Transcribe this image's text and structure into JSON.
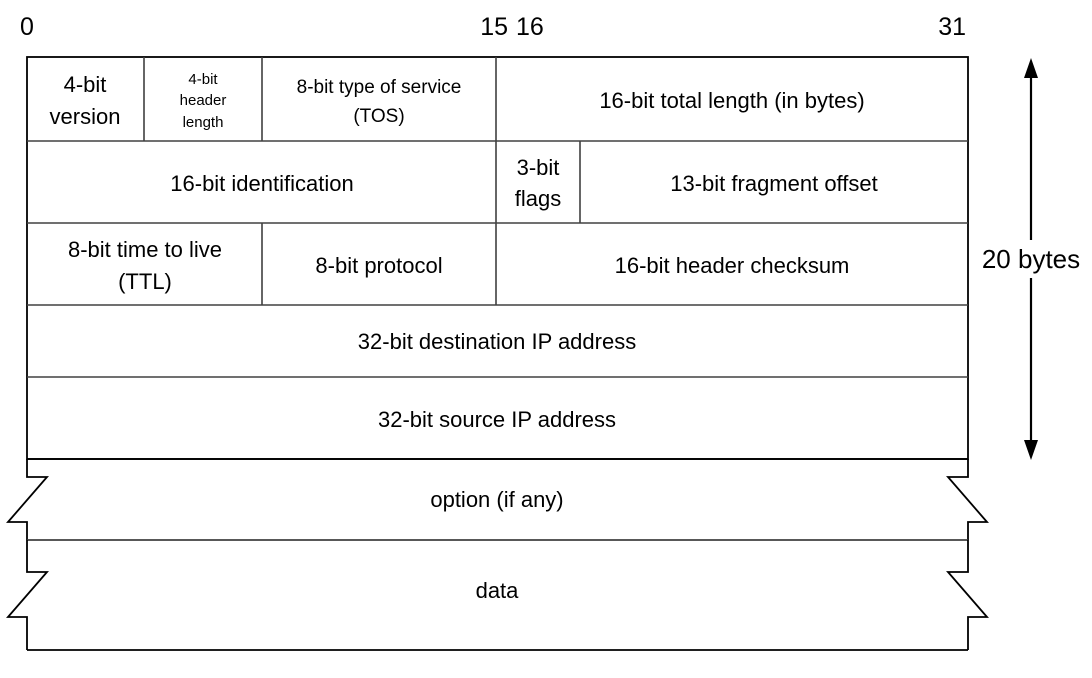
{
  "diagram": {
    "title": "IPv4 header format",
    "bit_scale": {
      "labels": [
        "0",
        "15",
        "16",
        "31"
      ]
    },
    "annotation": {
      "header_size_label": "20 bytes"
    },
    "rows": [
      {
        "name": "row-1",
        "cells": [
          {
            "name": "version",
            "lines": [
              "4-bit",
              "version"
            ],
            "size": "normal"
          },
          {
            "name": "header-length",
            "lines": [
              "4-bit",
              "header",
              "length"
            ],
            "size": "small"
          },
          {
            "name": "type-of-service",
            "lines": [
              "8-bit type of service",
              "(TOS)"
            ],
            "size": "med"
          },
          {
            "name": "total-length",
            "lines": [
              "16-bit total length (in bytes)"
            ],
            "size": "normal"
          }
        ]
      },
      {
        "name": "row-2",
        "cells": [
          {
            "name": "identification",
            "lines": [
              "16-bit identification"
            ],
            "size": "normal"
          },
          {
            "name": "flags",
            "lines": [
              "3-bit",
              "flags"
            ],
            "size": "normal"
          },
          {
            "name": "fragment-offset",
            "lines": [
              "13-bit fragment offset"
            ],
            "size": "normal"
          }
        ]
      },
      {
        "name": "row-3",
        "cells": [
          {
            "name": "time-to-live",
            "lines": [
              "8-bit time to live",
              "(TTL)"
            ],
            "size": "normal"
          },
          {
            "name": "protocol",
            "lines": [
              "8-bit protocol"
            ],
            "size": "normal"
          },
          {
            "name": "header-checksum",
            "lines": [
              "16-bit header checksum"
            ],
            "size": "normal"
          }
        ]
      },
      {
        "name": "row-4",
        "cells": [
          {
            "name": "destination-ip-address",
            "lines": [
              "32-bit destination IP address"
            ],
            "size": "normal"
          }
        ]
      },
      {
        "name": "row-5",
        "cells": [
          {
            "name": "source-ip-address",
            "lines": [
              "32-bit source IP address"
            ],
            "size": "normal"
          }
        ]
      },
      {
        "name": "row-6",
        "cells": [
          {
            "name": "option",
            "lines": [
              "option (if any)"
            ],
            "size": "normal"
          }
        ]
      },
      {
        "name": "row-7",
        "cells": [
          {
            "name": "data",
            "lines": [
              "data"
            ],
            "size": "normal"
          }
        ]
      }
    ],
    "text": {
      "bit_0": "0",
      "bit_15": "15",
      "bit_16": "16",
      "bit_31": "31",
      "version_l1": "4-bit",
      "version_l2": "version",
      "hdrlen_l1": "4-bit",
      "hdrlen_l2": "header",
      "hdrlen_l3": "length",
      "tos_l1": "8-bit type of service",
      "tos_l2": "(TOS)",
      "total_length": "16-bit total length (in bytes)",
      "identification": "16-bit identification",
      "flags_l1": "3-bit",
      "flags_l2": "flags",
      "fragment_offset": "13-bit fragment offset",
      "ttl_l1": "8-bit time to live",
      "ttl_l2": "(TTL)",
      "protocol": "8-bit protocol",
      "checksum": "16-bit header checksum",
      "dest_ip": "32-bit destination IP address",
      "src_ip": "32-bit source IP address",
      "option": "option (if any)",
      "data": "data",
      "bytes_label": "20 bytes"
    },
    "colors": {
      "stroke": "#000000",
      "gridline": "#404040",
      "background": "#ffffff"
    }
  }
}
